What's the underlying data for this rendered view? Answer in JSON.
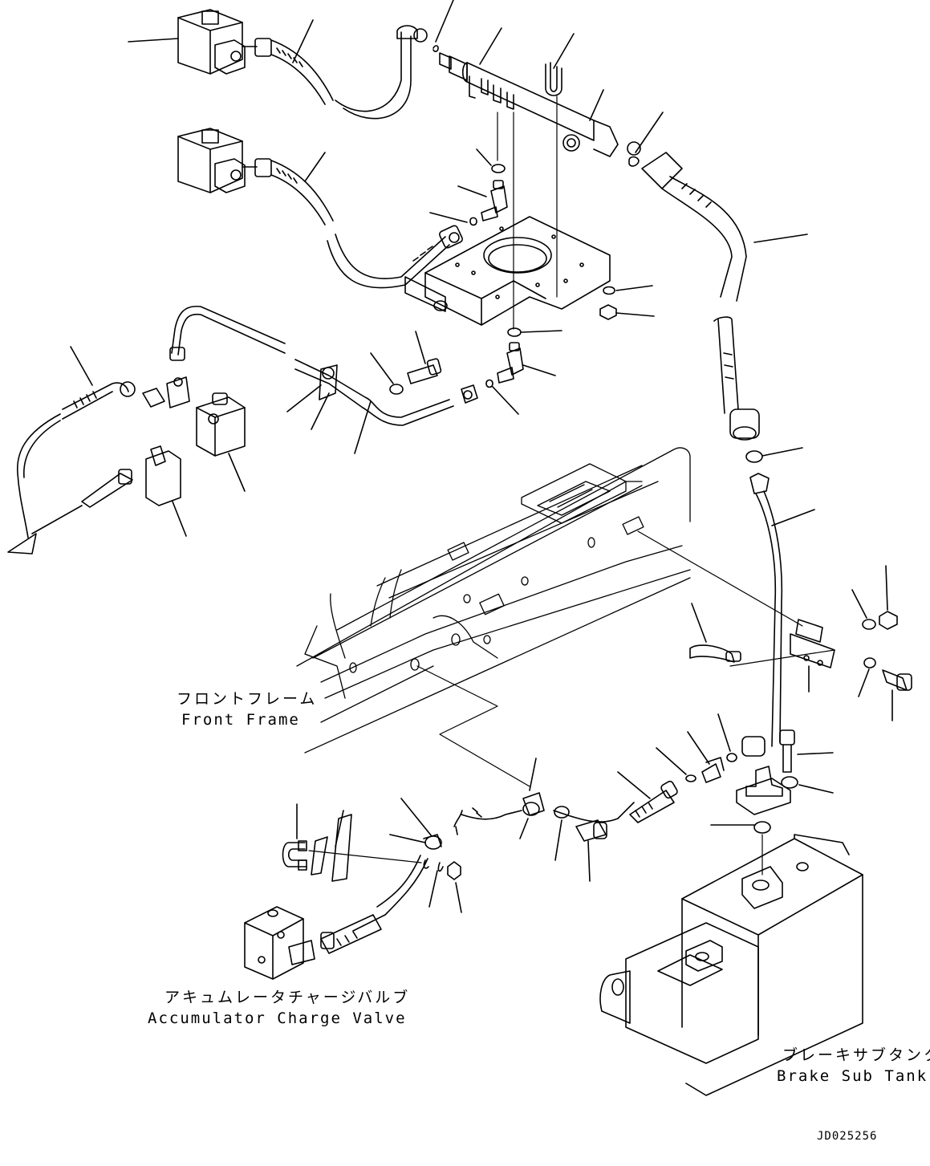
{
  "labels": {
    "front_frame_jp": "フロントフレーム",
    "front_frame_en": "Front Frame",
    "accumulator_jp": "アキュムレータチャージバルブ",
    "accumulator_en": "Accumulator Charge Valve",
    "sub_tank_jp": "ブレーキサブタンク",
    "sub_tank_en": "Brake Sub Tank"
  },
  "document_id": "JD025256",
  "colors": {
    "line": "#000000",
    "background": "#ffffff"
  }
}
